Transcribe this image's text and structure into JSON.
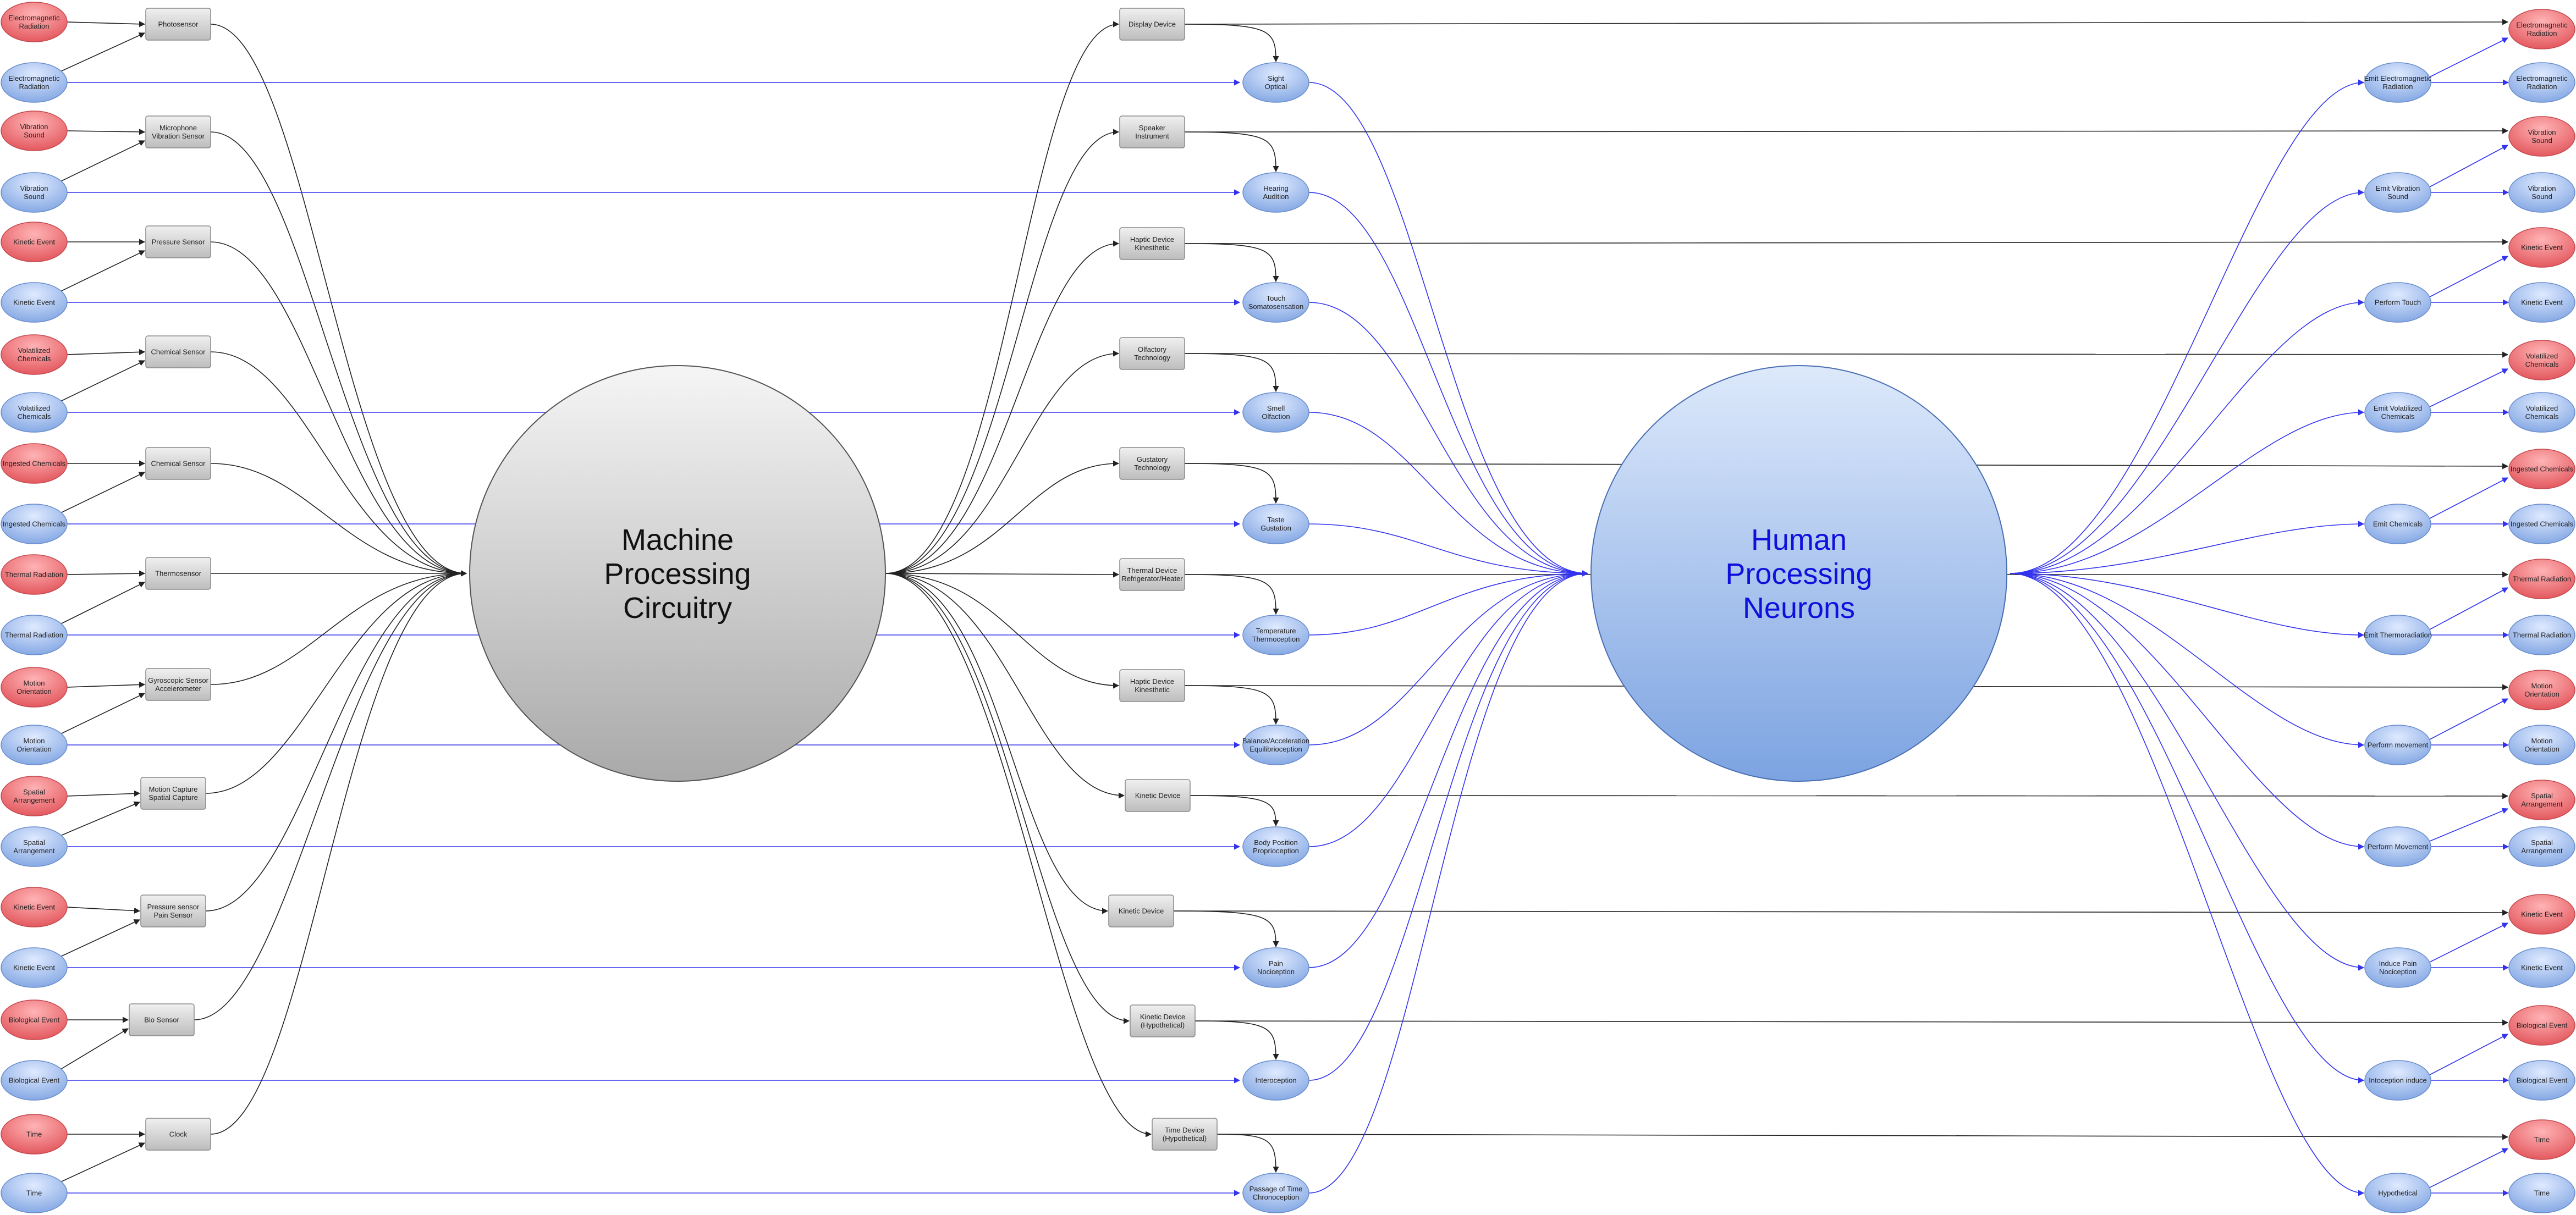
{
  "colors": {
    "red_node": "#e8656a",
    "blue_node": "#8fb3ea",
    "device_box": "#cfcfcf",
    "edge_black": "#222222",
    "edge_blue": "#3333ee",
    "human_text": "#1010dd",
    "machine_text": "#111111"
  },
  "machine": {
    "label": [
      "Machine",
      "Processing",
      "Circuitry"
    ]
  },
  "human": {
    "label": [
      "Human",
      "Processing",
      "Neurons"
    ]
  },
  "left_rows": [
    {
      "red": [
        "Electromagnetic",
        "Radiation"
      ],
      "blue": [
        "Electromagnetic",
        "Radiation"
      ],
      "sensor": [
        "Photosensor"
      ]
    },
    {
      "red": [
        "Vibration",
        "Sound"
      ],
      "blue": [
        "Vibration",
        "Sound"
      ],
      "sensor": [
        "Microphone",
        "Vibration Sensor"
      ]
    },
    {
      "red": [
        "Kinetic Event"
      ],
      "blue": [
        "Kinetic Event"
      ],
      "sensor": [
        "Pressure Sensor"
      ]
    },
    {
      "red": [
        "Volatilized",
        "Chemicals"
      ],
      "blue": [
        "Volatilized",
        "Chemicals"
      ],
      "sensor": [
        "Chemical Sensor"
      ]
    },
    {
      "red": [
        "Ingested Chemicals"
      ],
      "blue": [
        "Ingested Chemicals"
      ],
      "sensor": [
        "Chemical Sensor"
      ]
    },
    {
      "red": [
        "Thermal Radiation"
      ],
      "blue": [
        "Thermal Radiation"
      ],
      "sensor": [
        "Thermosensor"
      ]
    },
    {
      "red": [
        "Motion",
        "Orientation"
      ],
      "blue": [
        "Motion",
        "Orientation"
      ],
      "sensor": [
        "Gyroscopic Sensor",
        "Accelerometer"
      ]
    },
    {
      "red": [
        "Spatial",
        "Arrangement"
      ],
      "blue": [
        "Spatial",
        "Arrangement"
      ],
      "sensor": [
        "Motion Capture",
        "Spatial Capture"
      ]
    },
    {
      "red": [
        "Kinetic Event"
      ],
      "blue": [
        "Kinetic Event"
      ],
      "sensor": [
        "Pressure sensor",
        "Pain Sensor"
      ]
    },
    {
      "red": [
        "Biological Event"
      ],
      "blue": [
        "Biological Event"
      ],
      "sensor": [
        "Bio Sensor"
      ]
    },
    {
      "red": [
        "Time"
      ],
      "blue": [
        "Time"
      ],
      "sensor": [
        "Clock"
      ]
    }
  ],
  "middle_rows": [
    {
      "device": [
        "Display Device"
      ],
      "sense": [
        "Sight",
        "Optical"
      ]
    },
    {
      "device": [
        "Speaker",
        "Instrument"
      ],
      "sense": [
        "Hearing",
        "Audition"
      ]
    },
    {
      "device": [
        "Haptic Device",
        "Kinesthetic"
      ],
      "sense": [
        "Touch",
        "Somatosensation"
      ]
    },
    {
      "device": [
        "Olfactory",
        "Technology"
      ],
      "sense": [
        "Smell",
        "Olfaction"
      ]
    },
    {
      "device": [
        "Gustatory",
        "Technology"
      ],
      "sense": [
        "Taste",
        "Gustation"
      ]
    },
    {
      "device": [
        "Thermal Device",
        "Refrigerator/Heater"
      ],
      "sense": [
        "Temperature",
        "Thermoception"
      ]
    },
    {
      "device": [
        "Haptic Device",
        "Kinesthetic"
      ],
      "sense": [
        "Balance/Acceleration",
        "Equilibrioception"
      ]
    },
    {
      "device": [
        "Kinetic Device"
      ],
      "sense": [
        "Body Position",
        "Proprioception"
      ]
    },
    {
      "device": [
        "Kinetic Device"
      ],
      "sense": [
        "Pain",
        "Nociception"
      ]
    },
    {
      "device": [
        "Kinetic Device",
        "(Hypothetical)"
      ],
      "sense": [
        "Interoception"
      ]
    },
    {
      "device": [
        "Time Device",
        "(Hypothetical)"
      ],
      "sense": [
        "Passage of Time",
        "Chronoception"
      ]
    }
  ],
  "right_rows": [
    {
      "action": [
        "Emit Electromagnetic",
        "Radiation"
      ],
      "red": [
        "Electromagnetic",
        "Radiation"
      ],
      "blue": [
        "Electromagnetic",
        "Radiation"
      ]
    },
    {
      "action": [
        "Emit Vibration",
        "Sound"
      ],
      "red": [
        "Vibration",
        "Sound"
      ],
      "blue": [
        "Vibration",
        "Sound"
      ]
    },
    {
      "action": [
        "Perform Touch"
      ],
      "red": [
        "Kinetic Event"
      ],
      "blue": [
        "Kinetic Event"
      ]
    },
    {
      "action": [
        "Emit Volatilized",
        "Chemicals"
      ],
      "red": [
        "Volatilized",
        "Chemicals"
      ],
      "blue": [
        "Volatilized",
        "Chemicals"
      ]
    },
    {
      "action": [
        "Emit Chemicals"
      ],
      "red": [
        "Ingested Chemicals"
      ],
      "blue": [
        "Ingested Chemicals"
      ]
    },
    {
      "action": [
        "Emit Thermoradiation"
      ],
      "red": [
        "Thermal Radiation"
      ],
      "blue": [
        "Thermal Radiation"
      ]
    },
    {
      "action": [
        "Perform movement"
      ],
      "red": [
        "Motion",
        "Orientation"
      ],
      "blue": [
        "Motion",
        "Orientation"
      ]
    },
    {
      "action": [
        "Perform Movement"
      ],
      "red": [
        "Spatial",
        "Arrangement"
      ],
      "blue": [
        "Spatial",
        "Arrangement"
      ]
    },
    {
      "action": [
        "Induce Pain",
        "Nociception"
      ],
      "red": [
        "Kinetic Event"
      ],
      "blue": [
        "Kinetic Event"
      ]
    },
    {
      "action": [
        "Intoception induce"
      ],
      "red": [
        "Biological Event"
      ],
      "blue": [
        "Biological Event"
      ]
    },
    {
      "action": [
        "Hypothetical"
      ],
      "red": [
        "Time"
      ],
      "blue": [
        "Time"
      ]
    }
  ]
}
